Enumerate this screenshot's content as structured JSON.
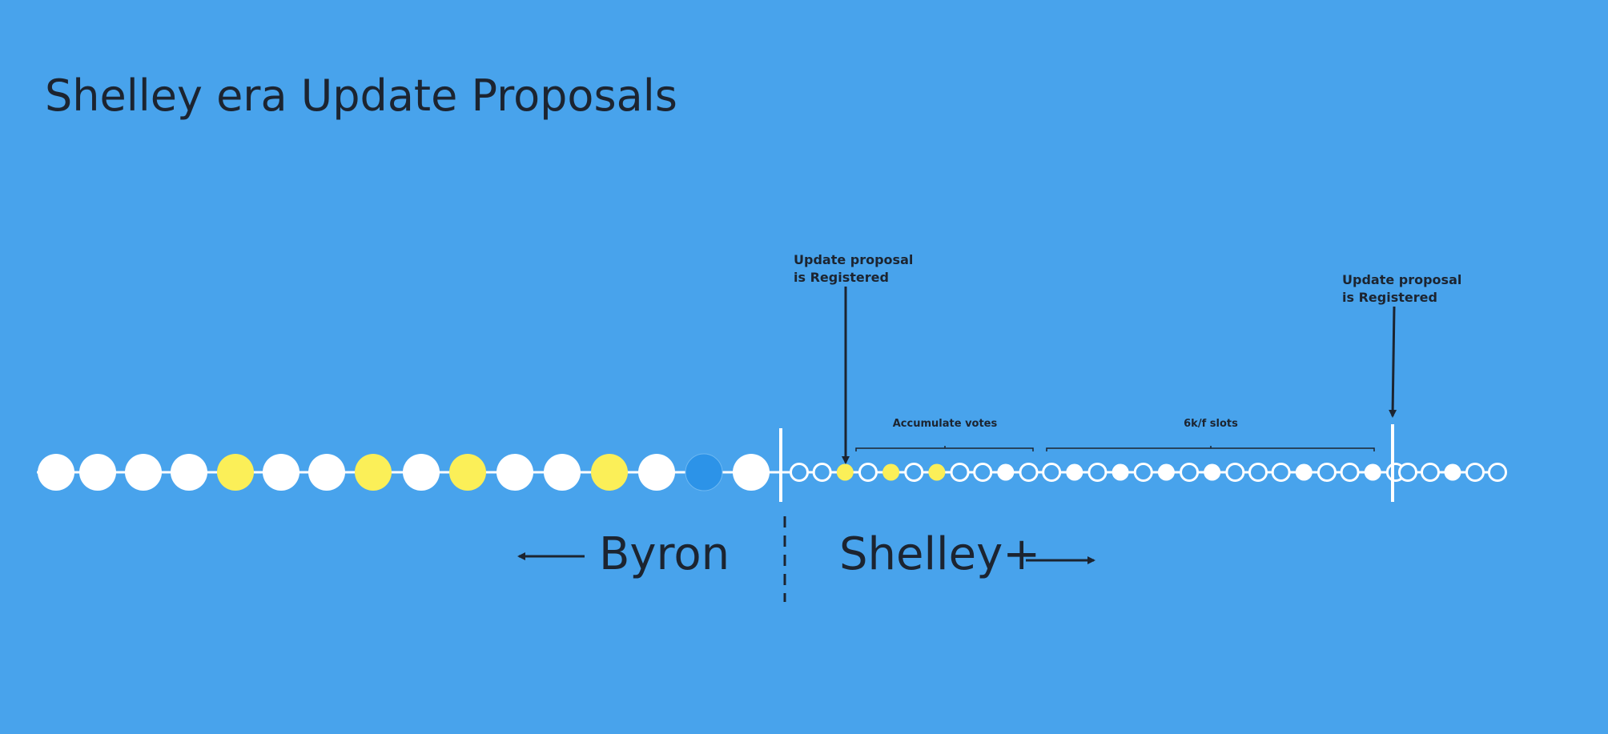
{
  "title": "Shelley era Update Proposals",
  "colors": {
    "background": "#48a3ec",
    "ink": "#1c2430",
    "white": "#ffffff",
    "yellow": "#fbef58",
    "blue_slot": "#2c93e8"
  },
  "byron": {
    "label": "Byron",
    "slots": [
      "white",
      "white",
      "white",
      "white",
      "yellow",
      "white",
      "white",
      "yellow",
      "white",
      "yellow",
      "white",
      "white",
      "yellow",
      "white",
      "blue",
      "white"
    ]
  },
  "shelley": {
    "label": "Shelley+",
    "slots_before_boundary": [
      "empty",
      "empty",
      "yellow",
      "empty",
      "yellow",
      "empty",
      "yellow",
      "empty",
      "empty",
      "white",
      "empty",
      "empty",
      "white",
      "empty",
      "white",
      "empty",
      "white",
      "empty",
      "white",
      "empty",
      "empty",
      "empty",
      "white",
      "empty",
      "empty",
      "white",
      "empty"
    ],
    "slots_after_boundary": [
      "empty",
      "empty",
      "white",
      "empty",
      "empty"
    ]
  },
  "annotations": {
    "first_registration": {
      "line1": "Update proposal",
      "line2": "is Registered"
    },
    "second_registration": {
      "line1": "Update proposal",
      "line2": "is Registered"
    },
    "accumulate_votes": "Accumulate votes",
    "stability_window": "6k/f slots"
  }
}
